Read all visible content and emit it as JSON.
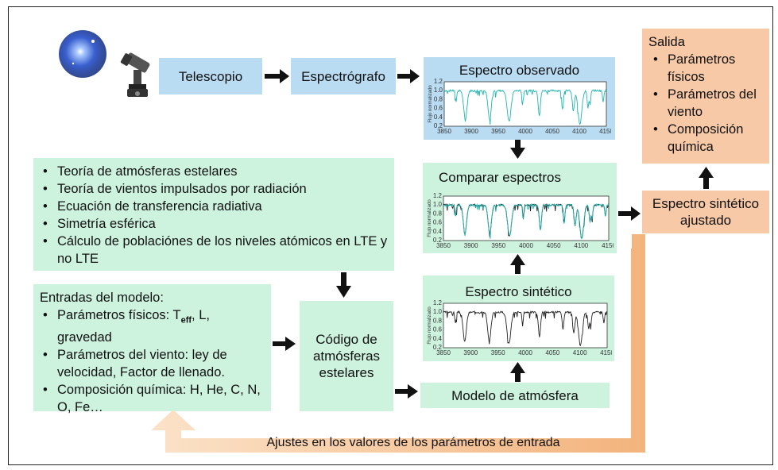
{
  "boxes": {
    "telescope": "Telescopio",
    "spectrograph": "Espectrógrafo",
    "observed": "Espectro observado",
    "compare": "Comparar espectros",
    "synthetic": "Espectro sintético",
    "atm_model": "Modelo de atmósfera",
    "code": "Código de atmósferas estelares",
    "fit_synthetic": "Espectro sintético ajustado",
    "feedback": "Ajustes en los valores de los parámetros de entrada"
  },
  "theory": {
    "items": [
      "Teoría de atmósferas estelares",
      "Teoría de vientos impulsados por radiación",
      "Ecuación de transferencia radiativa",
      "Simetría esférica",
      "Cálculo de poblaciónes de los niveles atómicos en LTE y no LTE"
    ]
  },
  "inputs": {
    "title": "Entradas del modelo:",
    "item1_a": "Parámetros físicos: T",
    "item1_sub": "eff",
    "item1_b": ", L, gravedad",
    "item2": "Parámetros del viento: ley de velocidad, Factor de llenado.",
    "item3": "Composición química: H, He, C, N, O, Fe…"
  },
  "output": {
    "title": "Salida",
    "items": [
      "Parámetros físicos",
      "Parámetros del viento",
      "Composición química"
    ]
  },
  "plots": {
    "x_ticks": [
      "3850",
      "3900",
      "3950",
      "4000",
      "4050",
      "4100",
      "4150"
    ],
    "y_ticks": [
      "0.2",
      "0.4",
      "0.6",
      "0.8",
      "1.0",
      "1.2"
    ],
    "y_label": "Flujo normalizado",
    "observed_color": "#1fb5b0",
    "synthetic_color": "#222222"
  },
  "colors": {
    "blue": "#b9dcf3",
    "green": "#cdf3df",
    "orange": "#f7c9a6",
    "arrow_orange": "#f3b37c"
  }
}
